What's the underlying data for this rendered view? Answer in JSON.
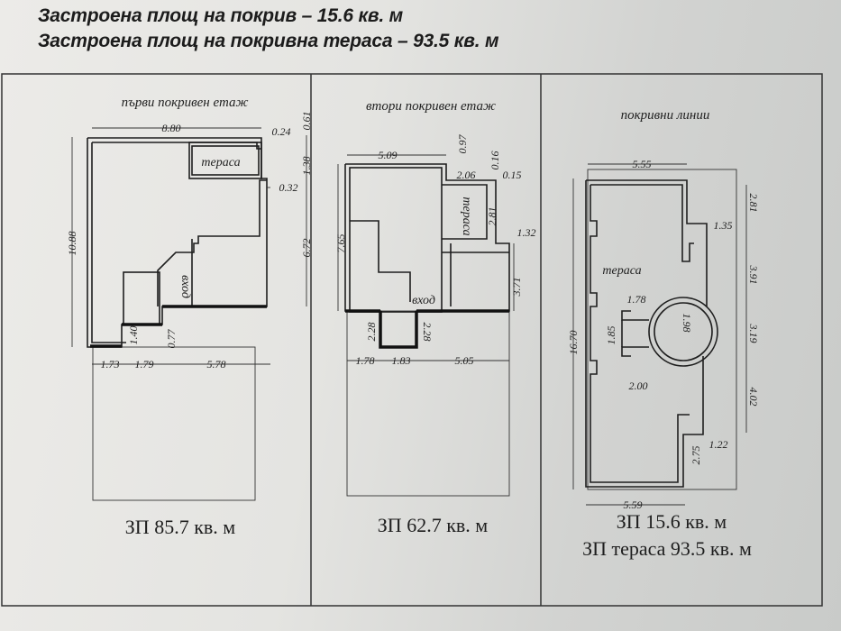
{
  "header": {
    "line1": "Застроена площ на покрив – 15.6 кв. м",
    "line2": "Застроена площ на покривна тераса – 93.5 кв. м"
  },
  "plans": [
    {
      "title": "първи покривен етаж",
      "labels": [
        "тераса",
        "вход"
      ],
      "dims": [
        "8.80",
        "0.24",
        "0.61",
        "1.38",
        "0.32",
        "10.88",
        "6.72",
        "1.40",
        "0.77",
        "1.73",
        "1.79",
        "5.78"
      ],
      "area": "ЗП 85.7 кв. м"
    },
    {
      "title": "втори покривен етаж",
      "labels": [
        "тераса",
        "вход"
      ],
      "dims": [
        "5.09",
        "0.97",
        "0.16",
        "2.06",
        "0.15",
        "2.81",
        "1.32",
        "7.65",
        "3.71",
        "2.28",
        "2.28",
        "1.78",
        "1.83",
        "5.05"
      ],
      "area": "ЗП 62.7 кв. м"
    },
    {
      "title": "покривни линии",
      "labels": [
        "тераса"
      ],
      "dims": [
        "5.55",
        "2.81",
        "1.35",
        "3.91",
        "1.78",
        "1.98",
        "1.85",
        "3.19",
        "2.00",
        "4.02",
        "1.22",
        "2.75",
        "16.70",
        "5.59"
      ],
      "area": "ЗП 15.6 кв. м",
      "area2": "ЗП тераса 93.5 кв. м"
    }
  ]
}
